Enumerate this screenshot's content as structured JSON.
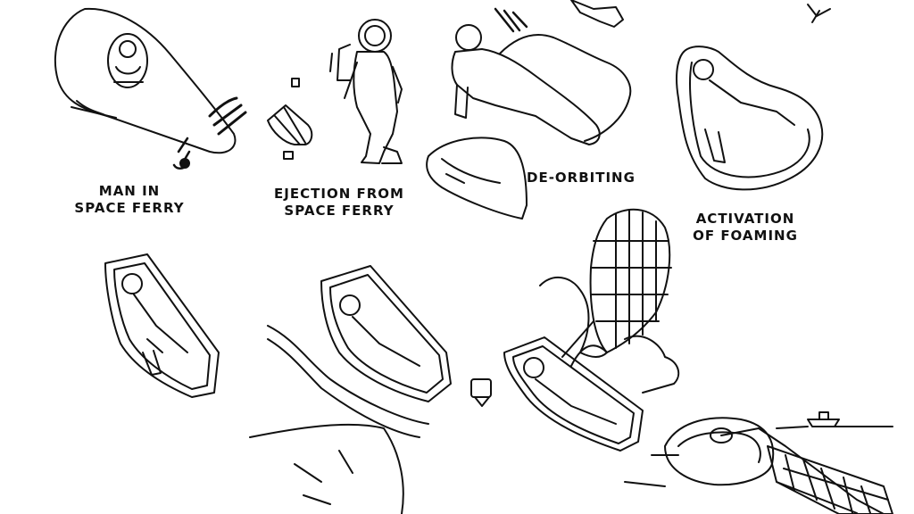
{
  "labels": {
    "man_in_space_ferry": [
      "MAN IN",
      "SPACE FERRY"
    ],
    "ejection_from_space_ferry": [
      "EJECTION FROM",
      "SPACE FERRY"
    ],
    "de_orbiting": [
      "DE-ORBITING"
    ],
    "activation_of_foaming": [
      "ACTIVATION",
      "OF FOAMING"
    ]
  },
  "colors": {
    "ink": "#111111",
    "paper": "#ffffff"
  }
}
